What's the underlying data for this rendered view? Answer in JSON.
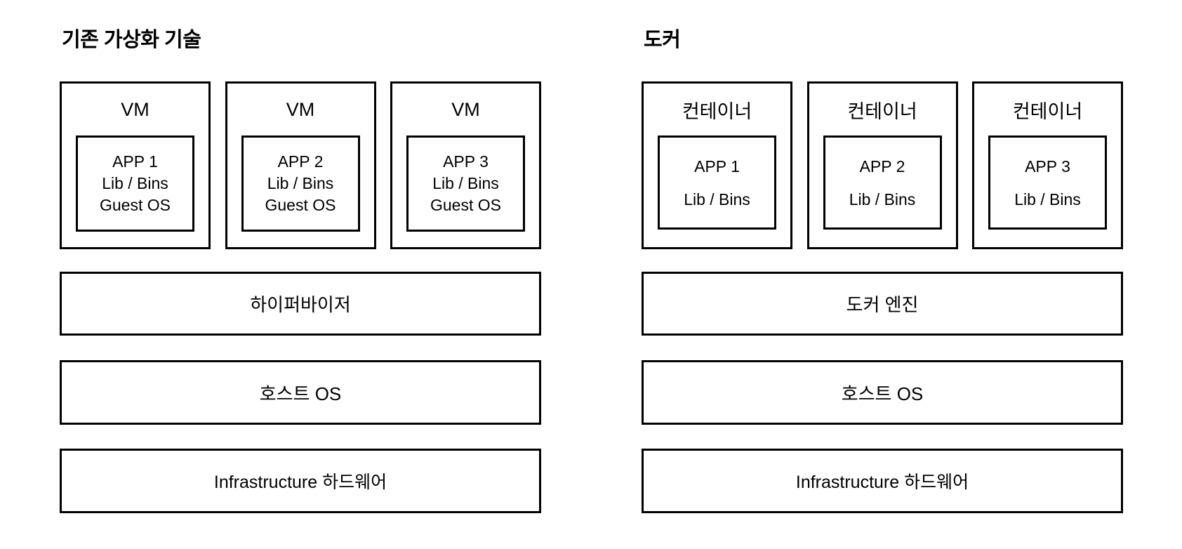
{
  "colors": {
    "border": "#000000",
    "text": "#000000",
    "background": "#ffffff"
  },
  "left_panel": {
    "title": "기존 가상화 기술",
    "vm_boxes": [
      {
        "label": "VM",
        "app": "APP 1",
        "lib": "Lib / Bins",
        "os": "Guest OS"
      },
      {
        "label": "VM",
        "app": "APP 2",
        "lib": "Lib / Bins",
        "os": "Guest OS"
      },
      {
        "label": "VM",
        "app": "APP 3",
        "lib": "Lib / Bins",
        "os": "Guest OS"
      }
    ],
    "layers": [
      {
        "label": "하이퍼바이저"
      },
      {
        "label": "호스트 OS"
      },
      {
        "label": "Infrastructure 하드웨어"
      }
    ]
  },
  "right_panel": {
    "title": "도커",
    "container_boxes": [
      {
        "label": "컨테이너",
        "app": "APP 1",
        "lib": "Lib / Bins"
      },
      {
        "label": "컨테이너",
        "app": "APP 2",
        "lib": "Lib / Bins"
      },
      {
        "label": "컨테이너",
        "app": "APP 3",
        "lib": "Lib / Bins"
      }
    ],
    "layers": [
      {
        "label": "도커 엔진"
      },
      {
        "label": "호스트 OS"
      },
      {
        "label": "Infrastructure 하드웨어"
      }
    ]
  }
}
